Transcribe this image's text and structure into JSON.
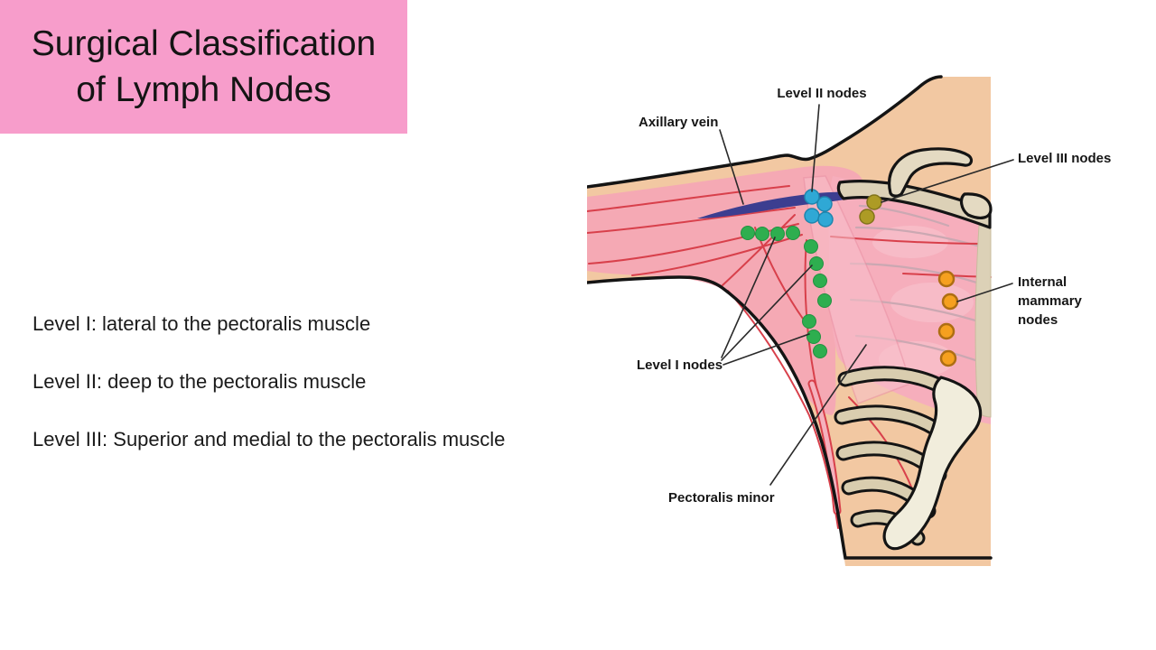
{
  "slide": {
    "background_color": "#FFFFFF",
    "title": {
      "lines": [
        "Surgical Classification",
        "of Lymph Nodes"
      ],
      "bg_color": "#F79DCB",
      "text_color": "#141414"
    },
    "bullets": [
      "Level I: lateral to the pectoralis muscle",
      "Level II: deep to the pectoralis muscle",
      "Level III: Superior and medial to the pectoralis muscle"
    ]
  },
  "diagram": {
    "labels": {
      "axillary_vein": "Axillary vein",
      "level_2_nodes": "Level II nodes",
      "level_3_nodes": "Level III nodes",
      "internal_mammary_lines": [
        "Internal",
        "mammary",
        "nodes"
      ],
      "level_1_nodes": "Level I nodes",
      "pectoralis_minor": "Pectoralis minor"
    },
    "node_colors": {
      "level_1": "#2EAE4F",
      "level_2": "#2FA8D5",
      "level_3": "#AD9B25",
      "internal_mammary": "#F5A01F"
    },
    "node_counts": {
      "level_1": 11,
      "level_2": 4,
      "level_3": 2,
      "internal_mammary": 4
    },
    "anatomy_colors": {
      "skin": "#F2C8A2",
      "arm_muscle": "#F5A9B4",
      "chest_muscle": "#F6AEBC",
      "muscle_line_red": "#D8404B",
      "axillary_vein": "#3C3E90",
      "bone_beige": "#DCD1B7",
      "bone_cream": "#F1EDDC",
      "outline_black": "#141414",
      "callout_line": "#2A2A2A"
    }
  }
}
